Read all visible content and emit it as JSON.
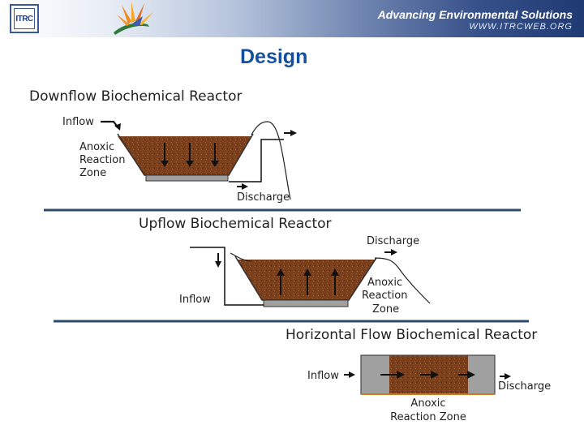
{
  "header": {
    "logo_text": "ITRC",
    "tagline": "Advancing Environmental Solutions",
    "url": "WWW.ITRCWEB.ORG",
    "bg_color": "#1f3a72"
  },
  "slide": {
    "title": "Design"
  },
  "downflow": {
    "title": "Downflow Biochemical Reactor",
    "inflow": "Inflow",
    "zone_line1": "Anoxic",
    "zone_line2": "Reaction",
    "zone_line3": "Zone",
    "discharge": "Discharge"
  },
  "upflow": {
    "title": "Upflow Biochemical Reactor",
    "discharge": "Discharge",
    "inflow": "Inflow",
    "zone_line1": "Anoxic",
    "zone_line2": "Reaction",
    "zone_line3": "Zone"
  },
  "horizontal": {
    "title": "Horizontal Flow Biochemical Reactor",
    "inflow": "Inflow",
    "discharge": "Discharge",
    "zone_line1": "Anoxic",
    "zone_line2": "Reaction Zone"
  },
  "colors": {
    "substrate": "#7a3f1c",
    "divider": "#2e4a6a",
    "gravel": "#a0a0a0"
  }
}
